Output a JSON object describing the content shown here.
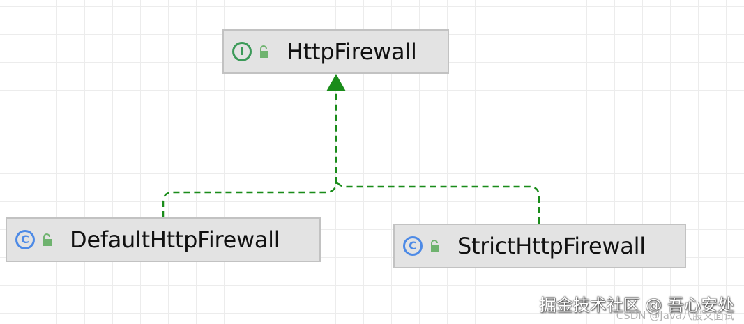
{
  "diagram": {
    "interface_node": {
      "label": "HttpFirewall",
      "kind_icon": "interface-icon",
      "kind_letter": "I",
      "visibility_icon": "public-lock-icon"
    },
    "class_nodes": [
      {
        "label": "DefaultHttpFirewall",
        "kind_icon": "class-icon",
        "kind_letter": "C",
        "visibility_icon": "public-lock-icon"
      },
      {
        "label": "StrictHttpFirewall",
        "kind_icon": "class-icon",
        "kind_letter": "C",
        "visibility_icon": "public-lock-icon"
      }
    ],
    "relations": [
      {
        "from": "DefaultHttpFirewall",
        "to": "HttpFirewall",
        "type": "implements",
        "style": "dashed"
      },
      {
        "from": "StrictHttpFirewall",
        "to": "HttpFirewall",
        "type": "implements",
        "style": "dashed"
      }
    ]
  },
  "colors": {
    "connector": "#1a8c1a",
    "interface_icon": "#3c9a59",
    "class_icon": "#4d8ae6",
    "lock": "#6fb36f",
    "node_fill": "#e3e3e3",
    "node_border": "#c2c2c2"
  },
  "watermark": {
    "primary": "掘金技术社区 @ 吾心安处",
    "secondary": "CSDN @Java八股文面试"
  }
}
